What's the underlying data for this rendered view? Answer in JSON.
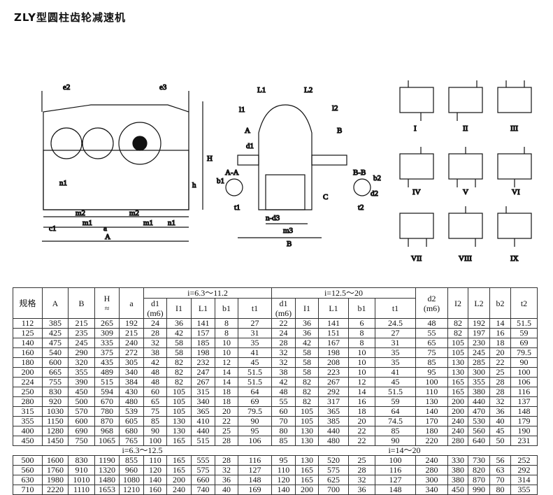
{
  "title": "ZLY型圆柱齿轮减速机",
  "drawing": {
    "front_labels": [
      "e2",
      "e3",
      "H",
      "h",
      "n1",
      "m2",
      "m1",
      "m2",
      "m1",
      "n1",
      "c1",
      "a",
      "A"
    ],
    "side_labels": [
      "L1",
      "L2",
      "l1",
      "l2",
      "A",
      "B",
      "d1",
      "A-A",
      "b1",
      "t1",
      "C",
      "n-d3",
      "m3",
      "B",
      "B-B",
      "b2",
      "t2",
      "d2"
    ],
    "arrangements": [
      "I",
      "II",
      "III",
      "IV",
      "V",
      "VI",
      "VII",
      "VIII",
      "IX"
    ]
  },
  "table": {
    "headers": {
      "spec": "规格",
      "A": "A",
      "B": "B",
      "H": "H",
      "H_sub": "≈",
      "a": "a",
      "group1": "i=6.3～11.2",
      "group2": "i=12.5～20",
      "d1": "d1",
      "m6": "(m6)",
      "I1": "I1",
      "L1": "L1",
      "b1": "b1",
      "t1": "t1",
      "d2": "d2",
      "I2": "I2",
      "L2": "L2",
      "b2": "b2",
      "t2": "t2"
    },
    "rows_top": [
      [
        "112",
        "385",
        "215",
        "265",
        "192",
        "24",
        "36",
        "141",
        "8",
        "27",
        "22",
        "36",
        "141",
        "6",
        "24.5",
        "48",
        "82",
        "192",
        "14",
        "51.5"
      ],
      [
        "125",
        "425",
        "235",
        "309",
        "215",
        "28",
        "42",
        "157",
        "8",
        "31",
        "24",
        "36",
        "151",
        "8",
        "27",
        "55",
        "82",
        "197",
        "16",
        "59"
      ],
      [
        "140",
        "475",
        "245",
        "335",
        "240",
        "32",
        "58",
        "185",
        "10",
        "35",
        "28",
        "42",
        "167",
        "8",
        "31",
        "65",
        "105",
        "230",
        "18",
        "69"
      ],
      [
        "160",
        "540",
        "290",
        "375",
        "272",
        "38",
        "58",
        "198",
        "10",
        "41",
        "32",
        "58",
        "198",
        "10",
        "35",
        "75",
        "105",
        "245",
        "20",
        "79.5"
      ],
      [
        "180",
        "600",
        "320",
        "435",
        "305",
        "42",
        "82",
        "232",
        "12",
        "45",
        "32",
        "58",
        "208",
        "10",
        "35",
        "85",
        "130",
        "285",
        "22",
        "90"
      ],
      [
        "200",
        "665",
        "355",
        "489",
        "340",
        "48",
        "82",
        "247",
        "14",
        "51.5",
        "38",
        "58",
        "223",
        "10",
        "41",
        "95",
        "130",
        "300",
        "25",
        "100"
      ],
      [
        "224",
        "755",
        "390",
        "515",
        "384",
        "48",
        "82",
        "267",
        "14",
        "51.5",
        "42",
        "82",
        "267",
        "12",
        "45",
        "100",
        "165",
        "355",
        "28",
        "106"
      ],
      [
        "250",
        "830",
        "450",
        "594",
        "430",
        "60",
        "105",
        "315",
        "18",
        "64",
        "48",
        "82",
        "292",
        "14",
        "51.5",
        "110",
        "165",
        "380",
        "28",
        "116"
      ],
      [
        "280",
        "920",
        "500",
        "670",
        "480",
        "65",
        "105",
        "340",
        "18",
        "69",
        "55",
        "82",
        "317",
        "16",
        "59",
        "130",
        "200",
        "440",
        "32",
        "137"
      ],
      [
        "315",
        "1030",
        "570",
        "780",
        "539",
        "75",
        "105",
        "365",
        "20",
        "79.5",
        "60",
        "105",
        "365",
        "18",
        "64",
        "140",
        "200",
        "470",
        "36",
        "148"
      ],
      [
        "355",
        "1150",
        "600",
        "870",
        "605",
        "85",
        "130",
        "410",
        "22",
        "90",
        "70",
        "105",
        "385",
        "20",
        "74.5",
        "170",
        "240",
        "530",
        "40",
        "179"
      ],
      [
        "400",
        "1280",
        "690",
        "968",
        "680",
        "90",
        "130",
        "440",
        "25",
        "95",
        "80",
        "130",
        "440",
        "22",
        "85",
        "180",
        "240",
        "560",
        "45",
        "190"
      ],
      [
        "450",
        "1450",
        "750",
        "1065",
        "765",
        "100",
        "165",
        "515",
        "28",
        "106",
        "85",
        "130",
        "480",
        "22",
        "90",
        "220",
        "280",
        "640",
        "50",
        "231"
      ]
    ],
    "sep_left": "i=6.3～12.5",
    "sep_right": "i=14～20",
    "rows_bottom": [
      [
        "500",
        "1600",
        "830",
        "1190",
        "855",
        "110",
        "165",
        "555",
        "28",
        "116",
        "95",
        "130",
        "520",
        "25",
        "100",
        "240",
        "330",
        "730",
        "56",
        "252"
      ],
      [
        "560",
        "1760",
        "910",
        "1320",
        "960",
        "120",
        "165",
        "575",
        "32",
        "127",
        "110",
        "165",
        "575",
        "28",
        "116",
        "280",
        "380",
        "820",
        "63",
        "292"
      ],
      [
        "630",
        "1980",
        "1010",
        "1480",
        "1080",
        "140",
        "200",
        "660",
        "36",
        "148",
        "120",
        "165",
        "625",
        "32",
        "127",
        "300",
        "380",
        "870",
        "70",
        "314"
      ],
      [
        "710",
        "2220",
        "1110",
        "1653",
        "1210",
        "160",
        "240",
        "740",
        "40",
        "169",
        "140",
        "200",
        "700",
        "36",
        "148",
        "340",
        "450",
        "990",
        "80",
        "355"
      ]
    ]
  }
}
